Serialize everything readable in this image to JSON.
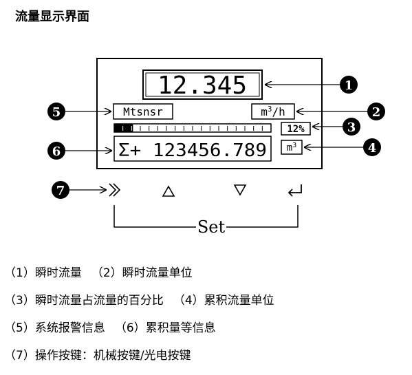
{
  "title": "流量显示界面",
  "lcd": {
    "instant_value": "12.345",
    "alarm_text": "Mtsnsr",
    "instant_unit_base": "m",
    "instant_unit_exp": "3",
    "instant_unit_tail": "/h",
    "percent_text": "12%",
    "percent_value": 12,
    "total_text": "Σ+ 123456.789",
    "total_unit_base": "m",
    "total_unit_exp": "3"
  },
  "callouts": [
    "1",
    "2",
    "3",
    "4",
    "5",
    "6",
    "7"
  ],
  "set_label": "Set",
  "descriptions": [
    {
      "a": "（1）瞬时流量",
      "b": "（2）瞬时流量单位"
    },
    {
      "a": "（3）瞬时流量占流量的百分比",
      "b": "（4）累积流量单位"
    },
    {
      "a": "（5）系统报警信息",
      "b": "（6）累积量等信息"
    },
    {
      "a": "（7）操作按键：机械按键/光电按键",
      "b": ""
    }
  ]
}
